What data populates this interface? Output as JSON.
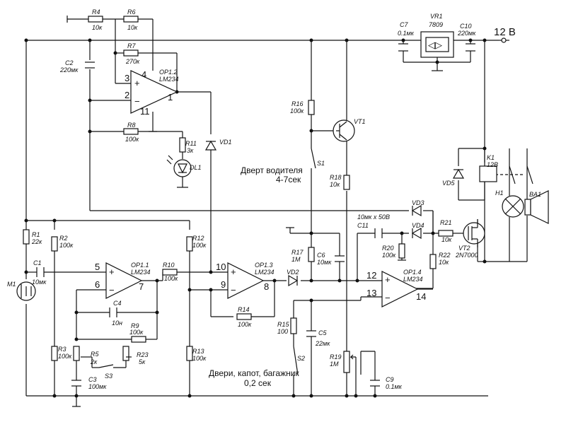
{
  "supply": "12 В",
  "notes": {
    "driver_door": "Дверт водителя",
    "driver_time": "4-7сек",
    "doors": "Двери, капот, багажник",
    "doors_time": "0,2 сек",
    "c11_rating": "10мк х 50В"
  },
  "components": {
    "R1": {
      "name": "R1",
      "value": "22к"
    },
    "R2": {
      "name": "R2",
      "value": "100к"
    },
    "R3": {
      "name": "R3",
      "value": "100к"
    },
    "R4": {
      "name": "R4",
      "value": "10к"
    },
    "R5": {
      "name": "R5",
      "value": "2к"
    },
    "R6": {
      "name": "R6",
      "value": "10к"
    },
    "R7": {
      "name": "R7",
      "value": "270к"
    },
    "R8": {
      "name": "R8",
      "value": "100к"
    },
    "R9": {
      "name": "R9",
      "value": "100к"
    },
    "R10": {
      "name": "R10",
      "value": "100к"
    },
    "R11": {
      "name": "R11",
      "value": "3к"
    },
    "R12": {
      "name": "R12",
      "value": "100к"
    },
    "R13": {
      "name": "R13",
      "value": "100к"
    },
    "R14": {
      "name": "R14",
      "value": "100к"
    },
    "R15": {
      "name": "R15",
      "value": "100"
    },
    "R16": {
      "name": "R16",
      "value": "100к"
    },
    "R17": {
      "name": "R17",
      "value": "1М"
    },
    "R18": {
      "name": "R18",
      "value": "10к"
    },
    "R19": {
      "name": "R19",
      "value": "1М"
    },
    "R20": {
      "name": "R20",
      "value": "100к"
    },
    "R21": {
      "name": "R21",
      "value": "10к"
    },
    "R22": {
      "name": "R22",
      "value": "10к"
    },
    "R23": {
      "name": "R23",
      "value": "5к"
    },
    "C1": {
      "name": "C1",
      "value": "10мк"
    },
    "C2": {
      "name": "C2",
      "value": "220мк"
    },
    "C3": {
      "name": "C3",
      "value": "100мк"
    },
    "C4": {
      "name": "C4",
      "value": "10н"
    },
    "C5": {
      "name": "C5",
      "value": "22мк"
    },
    "C6": {
      "name": "C6",
      "value": "10мк"
    },
    "C7": {
      "name": "C7",
      "value": "0.1мк"
    },
    "C9": {
      "name": "C9",
      "value": "0.1мк"
    },
    "C10": {
      "name": "C10",
      "value": "220мк"
    },
    "C11": {
      "name": "C11",
      "value": ""
    },
    "OP1_1": {
      "name": "OP1.1",
      "value": "LM234"
    },
    "OP1_2": {
      "name": "OP1.2",
      "value": "LM234"
    },
    "OP1_3": {
      "name": "OP1.3",
      "value": "LM234"
    },
    "OP1_4": {
      "name": "OP1.4",
      "value": "LM234"
    },
    "VR1": {
      "name": "VR1",
      "value": "7809"
    },
    "VT1": {
      "name": "VT1",
      "value": ""
    },
    "VT2": {
      "name": "VT2",
      "value": "2N7000"
    },
    "K1": {
      "name": "K1",
      "value": "12В"
    },
    "VD1": {
      "name": "VD1"
    },
    "VD2": {
      "name": "VD2"
    },
    "VD3": {
      "name": "VD3"
    },
    "VD4": {
      "name": "VD4"
    },
    "VD5": {
      "name": "VD5"
    },
    "DL1": {
      "name": "DL1"
    },
    "M1": {
      "name": "M1"
    },
    "H1": {
      "name": "H1"
    },
    "BA1": {
      "name": "BA1"
    },
    "S1": {
      "name": "S1"
    },
    "S2": {
      "name": "S2"
    },
    "S3": {
      "name": "S3"
    }
  },
  "pins": {
    "op2": [
      "3",
      "4",
      "2",
      "1",
      "11"
    ],
    "op1": [
      "5",
      "6",
      "7"
    ],
    "op3": [
      "10",
      "9",
      "8"
    ],
    "op4": [
      "12",
      "13",
      "14"
    ]
  }
}
